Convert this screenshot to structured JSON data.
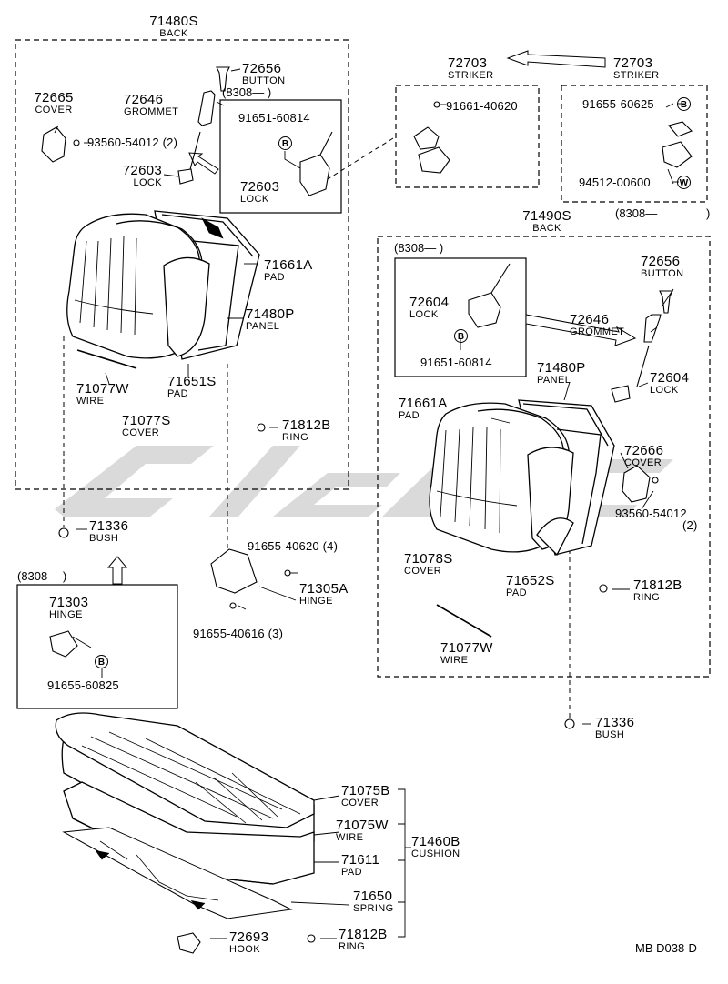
{
  "diagram_code": "MB  D038-D",
  "cut_symbol": "B",
  "washer_symbol": "W",
  "assemblies": {
    "left_back": {
      "number": "71480S",
      "name": "BACK"
    },
    "right_back": {
      "number": "71490S",
      "name": "BACK"
    },
    "cushion": {
      "number": "71460B",
      "name": "CUSHION"
    }
  },
  "ranges": {
    "r1": "(8308—      )",
    "r2": "(8308—",
    "r3": "(8308—          )",
    "r4": "(8308—        )"
  },
  "parts": {
    "p72656a": {
      "number": "72656",
      "name": "BUTTON"
    },
    "p72665": {
      "number": "72665",
      "name": "COVER"
    },
    "p72646a": {
      "number": "72646",
      "name": "GROMMET"
    },
    "p72603a": {
      "number": "72603",
      "name": "LOCK"
    },
    "p72603b": {
      "number": "72603",
      "name": "LOCK"
    },
    "p71661a1": {
      "number": "71661A",
      "name": "PAD"
    },
    "p71480p1": {
      "number": "71480P",
      "name": "PANEL"
    },
    "p71077w1": {
      "number": "71077W",
      "name": "WIRE"
    },
    "p71651s": {
      "number": "71651S",
      "name": "PAD"
    },
    "p71077s": {
      "number": "71077S",
      "name": "COVER"
    },
    "p71812b1": {
      "number": "71812B",
      "name": "RING"
    },
    "p71336a": {
      "number": "71336",
      "name": "BUSH"
    },
    "p71303": {
      "number": "71303",
      "name": "HINGE"
    },
    "p71305a": {
      "number": "71305A",
      "name": "HINGE"
    },
    "p72703a": {
      "number": "72703",
      "name": "STRIKER"
    },
    "p72703b": {
      "number": "72703",
      "name": "STRIKER"
    },
    "p72656b": {
      "number": "72656",
      "name": "BUTTON"
    },
    "p72604a": {
      "number": "72604",
      "name": "LOCK"
    },
    "p72646b": {
      "number": "72646",
      "name": "GROMMET"
    },
    "p71480p2": {
      "number": "71480P",
      "name": "PANEL"
    },
    "p72604b": {
      "number": "72604",
      "name": "LOCK"
    },
    "p71661a2": {
      "number": "71661A",
      "name": "PAD"
    },
    "p72666": {
      "number": "72666",
      "name": "COVER"
    },
    "p71078s": {
      "number": "71078S",
      "name": "COVER"
    },
    "p71652s": {
      "number": "71652S",
      "name": "PAD"
    },
    "p71812b2": {
      "number": "71812B",
      "name": "RING"
    },
    "p71077w2": {
      "number": "71077W",
      "name": "WIRE"
    },
    "p71336b": {
      "number": "71336",
      "name": "BUSH"
    },
    "p71075b": {
      "number": "71075B",
      "name": "COVER"
    },
    "p71075w": {
      "number": "71075W",
      "name": "WIRE"
    },
    "p71611": {
      "number": "71611",
      "name": "PAD"
    },
    "p71650": {
      "number": "71650",
      "name": "SPRING"
    },
    "p72693": {
      "number": "72693",
      "name": "HOOK"
    },
    "p71812b3": {
      "number": "71812B",
      "name": "RING"
    }
  },
  "fasteners": {
    "f1": "93560-54012 (2)",
    "f2": "91651-60814",
    "f3": "91661-40620",
    "f4": "91655-60625",
    "f5": "94512-00600",
    "f6": "91651-60814",
    "f7a": "93560-54012",
    "f7b": "(2)",
    "f8": "91655-40620 (4)",
    "f9": "91655-40616 (3)",
    "f10": "91655-60825"
  }
}
